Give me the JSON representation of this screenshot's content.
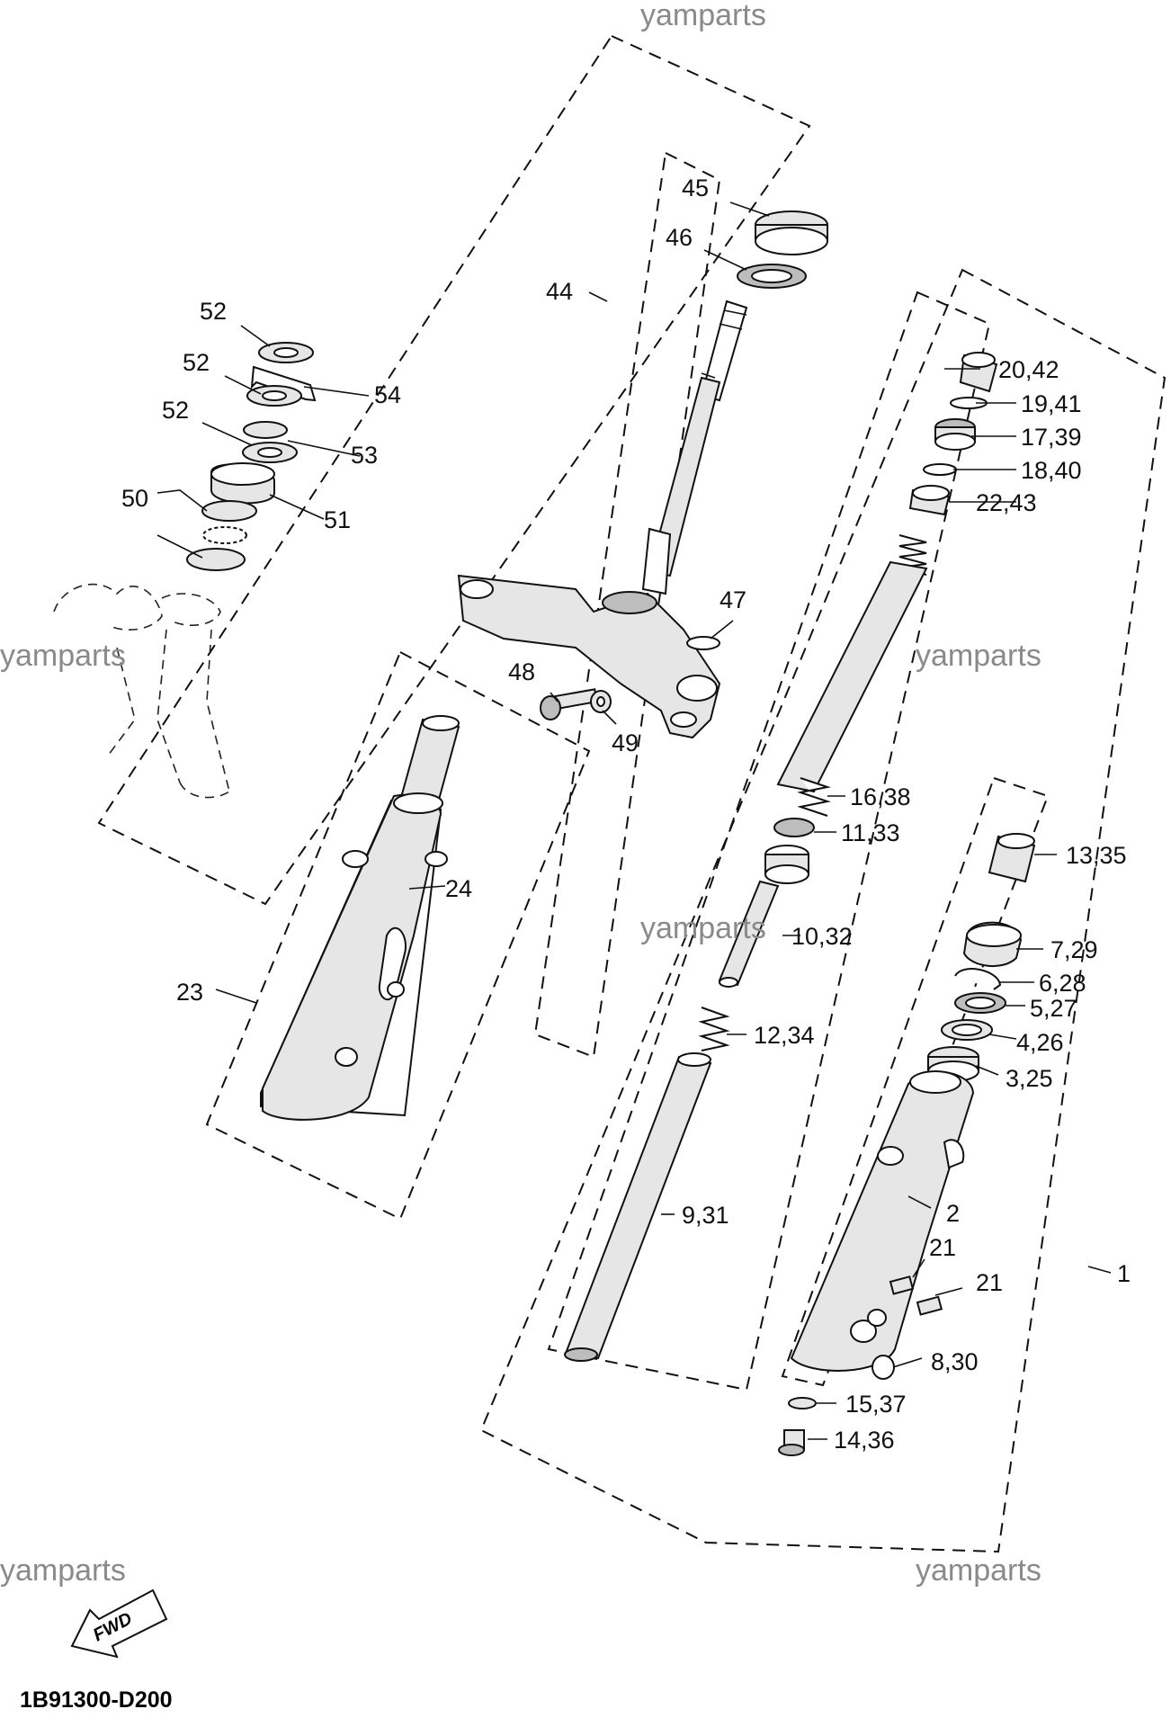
{
  "watermarks": [
    "yamparts",
    "yamparts",
    "yamparts",
    "yamparts",
    "yamparts",
    "yamparts"
  ],
  "callouts": {
    "c1": "1",
    "c2": "2",
    "c3_25": "3,25",
    "c4_26": "4,26",
    "c5_27": "5,27",
    "c6_28": "6,28",
    "c7_29": "7,29",
    "c8_30": "8,30",
    "c9_31": "9,31",
    "c10_32": "10,32",
    "c11_33": "11,33",
    "c12_34": "12,34",
    "c13_35": "13,35",
    "c14_36": "14,36",
    "c15_37": "15,37",
    "c16_38": "16,38",
    "c17_39": "17,39",
    "c18_40": "18,40",
    "c19_41": "19,41",
    "c20_42": "20,42",
    "c21a": "21",
    "c21b": "21",
    "c22_43": "22,43",
    "c23": "23",
    "c24": "24",
    "c44": "44",
    "c45": "45",
    "c46": "46",
    "c47": "47",
    "c48": "48",
    "c49": "49",
    "c50": "50",
    "c51": "51",
    "c52a": "52",
    "c52b": "52",
    "c52c": "52",
    "c53": "53",
    "c54": "54"
  },
  "fwd_label": "FWD",
  "diagram_code": "1B91300-D200"
}
